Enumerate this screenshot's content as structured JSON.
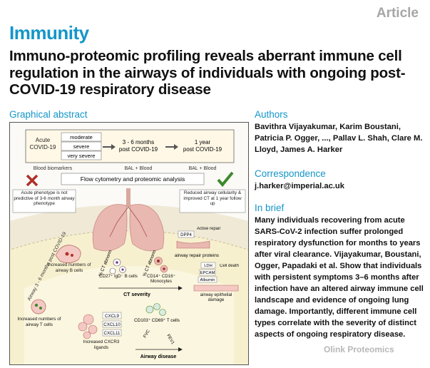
{
  "header": {
    "article_tag": "Article",
    "journal": "Immunity",
    "title": "Immuno-proteomic profiling reveals aberrant immune cell regulation in the airways of individuals with ongoing post-COVID-19 respiratory disease"
  },
  "graphical_abstract": {
    "heading": "Graphical abstract",
    "timeline": {
      "acute_label": "Acute\nCOVID-19",
      "severities": [
        "moderate",
        "severe",
        "very severe"
      ],
      "mid_label": "3 - 6 months\npost COVID-19",
      "late_label": "1 year\npost COVID-19",
      "samples": [
        "Blood biomarkers",
        "BAL + Blood",
        "BAL + Blood"
      ]
    },
    "method": "Flow cytometry and proteomic analysis",
    "left_note": "Acute phenotype is not predictive of 3-6 month airway phenotype",
    "right_note": "Reduced airway cellularity & improved CT at 1 year follow up",
    "arc_label": "Airway 3 - 6 months post COVID-19",
    "b_cells": "Increased numbers of airway B cells",
    "t_cells": "Increased numbers of airway T cells",
    "cxcr3": "Increased CXCR3 ligands",
    "chemokines": [
      "CXCL9",
      "CXCL10",
      "CXCL11"
    ],
    "pct_labels": [
      "% CT abnorm",
      "% CT abnorm"
    ],
    "cd27": "CD27⁺ IgD⁻ B cells",
    "cd14": "CD14⁺ CD16⁺ Monocytes",
    "ct_severity": "CT severity",
    "dpp4": "DPP4",
    "active_repair": "Active repair",
    "repair_proteins": "airway repair proteins",
    "ldh": "LDH",
    "epcam": "EPCAM",
    "albumin": "Albumin",
    "cell_death": "Cell death",
    "epithelial_damage": "airway epithelial damage",
    "cd103": "CD103⁺ CD69⁺ T cells",
    "fvc": "FVC",
    "fev1": "FEV1",
    "airway_disease": "Airway disease"
  },
  "authors": {
    "heading": "Authors",
    "text": "Bavithra Vijayakumar, Karim Boustani, Patricia P. Ogger, ..., Pallav L. Shah, Clare M. Lloyd, James A. Harker"
  },
  "correspondence": {
    "heading": "Correspondence",
    "email": "j.harker@imperial.ac.uk"
  },
  "in_brief": {
    "heading": "In brief",
    "text": "Many individuals recovering from acute SARS-CoV-2 infection suffer prolonged respiratory dysfunction for months to years after viral clearance. Vijayakumar, Boustani, Ogger, Papadaki et al. Show that individuals with persistent symptoms 3–6 months after infection have an altered airway immune cell landscape and evidence of ongoing lung damage. Importantly, different immune cell types correlate with the severity of distinct aspects of ongoing respiratory disease."
  },
  "watermark": "Olink Proteomics",
  "colors": {
    "brand_blue": "#1496c8",
    "arc_yellow": "#f3e7b4",
    "tick_green": "#3c8a2e",
    "cross_red": "#b0302a"
  }
}
